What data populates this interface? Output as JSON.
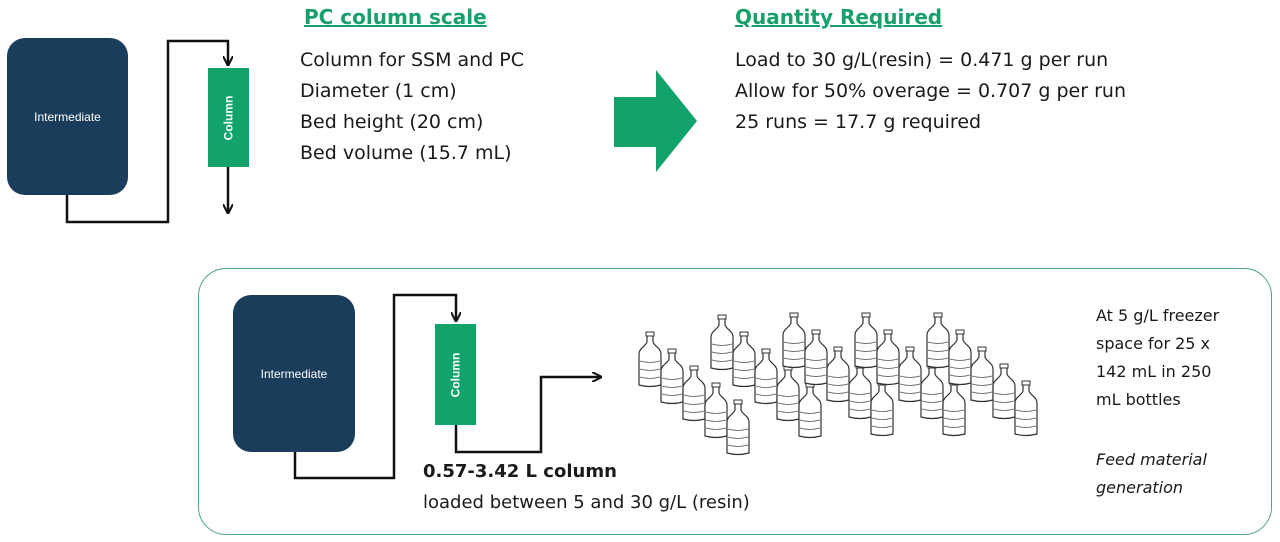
{
  "top": {
    "tank_label": "Intermediate",
    "column_label": "Column",
    "scale_title": "PC column scale",
    "scale_lines": [
      "Column for SSM and PC",
      "Diameter (1 cm)",
      "Bed height (20 cm)",
      "Bed volume (15.7 mL)"
    ],
    "qty_title": "Quantity Required",
    "qty_lines": [
      "Load to 30 g/L(resin) = 0.471 g per run",
      "Allow for 50% overage = 0.707 g per run",
      "25 runs = 17.7 g required"
    ]
  },
  "bottom": {
    "tank_label": "Intermediate",
    "column_label": "Column",
    "column_size": "0.57-3.42 L column",
    "column_load": "loaded between 5 and 30 g/L (resin)",
    "freezer_note": [
      "At 5 g/L freezer",
      "space for 25 x",
      "142 mL in 250",
      "mL bottles"
    ],
    "feed_note": [
      "Feed material",
      "generation"
    ],
    "bottle_count": 25
  },
  "colors": {
    "tank": "#1b3d5c",
    "column": "#12a36a",
    "accent_text": "#17a06b",
    "border": "#4aa57e"
  }
}
